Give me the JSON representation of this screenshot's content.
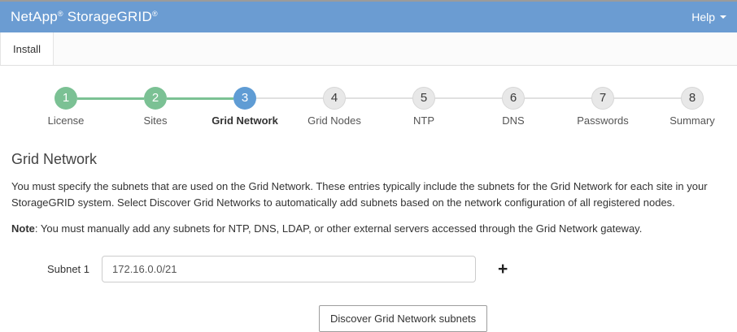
{
  "header": {
    "brand_netapp": "NetApp",
    "brand_storagegrid": "StorageGRID",
    "registered_mark": "®",
    "help_label": "Help"
  },
  "tabs": {
    "install_label": "Install"
  },
  "stepper": {
    "steps": [
      {
        "num": "1",
        "label": "License",
        "state": "done"
      },
      {
        "num": "2",
        "label": "Sites",
        "state": "done"
      },
      {
        "num": "3",
        "label": "Grid Network",
        "state": "active"
      },
      {
        "num": "4",
        "label": "Grid Nodes",
        "state": "pending"
      },
      {
        "num": "5",
        "label": "NTP",
        "state": "pending"
      },
      {
        "num": "6",
        "label": "DNS",
        "state": "pending"
      },
      {
        "num": "7",
        "label": "Passwords",
        "state": "pending"
      },
      {
        "num": "8",
        "label": "Summary",
        "state": "pending"
      }
    ]
  },
  "content": {
    "title": "Grid Network",
    "description": "You must specify the subnets that are used on the Grid Network. These entries typically include the subnets for the Grid Network for each site in your StorageGRID system. Select Discover Grid Networks to automatically add subnets based on the network configuration of all registered nodes.",
    "note_label": "Note",
    "note_text": ": You must manually add any subnets for NTP, DNS, LDAP, or other external servers accessed through the Grid Network gateway.",
    "form": {
      "subnet_label": "Subnet 1",
      "subnet_value": "172.16.0.0/21",
      "add_icon": "+",
      "discover_button_label": "Discover Grid Network subnets"
    }
  },
  "colors": {
    "header_blue": "#6b9cd2",
    "step_green": "#7bc194",
    "step_active_blue": "#5f9cd4",
    "pending_gray": "#e8e8e8"
  }
}
